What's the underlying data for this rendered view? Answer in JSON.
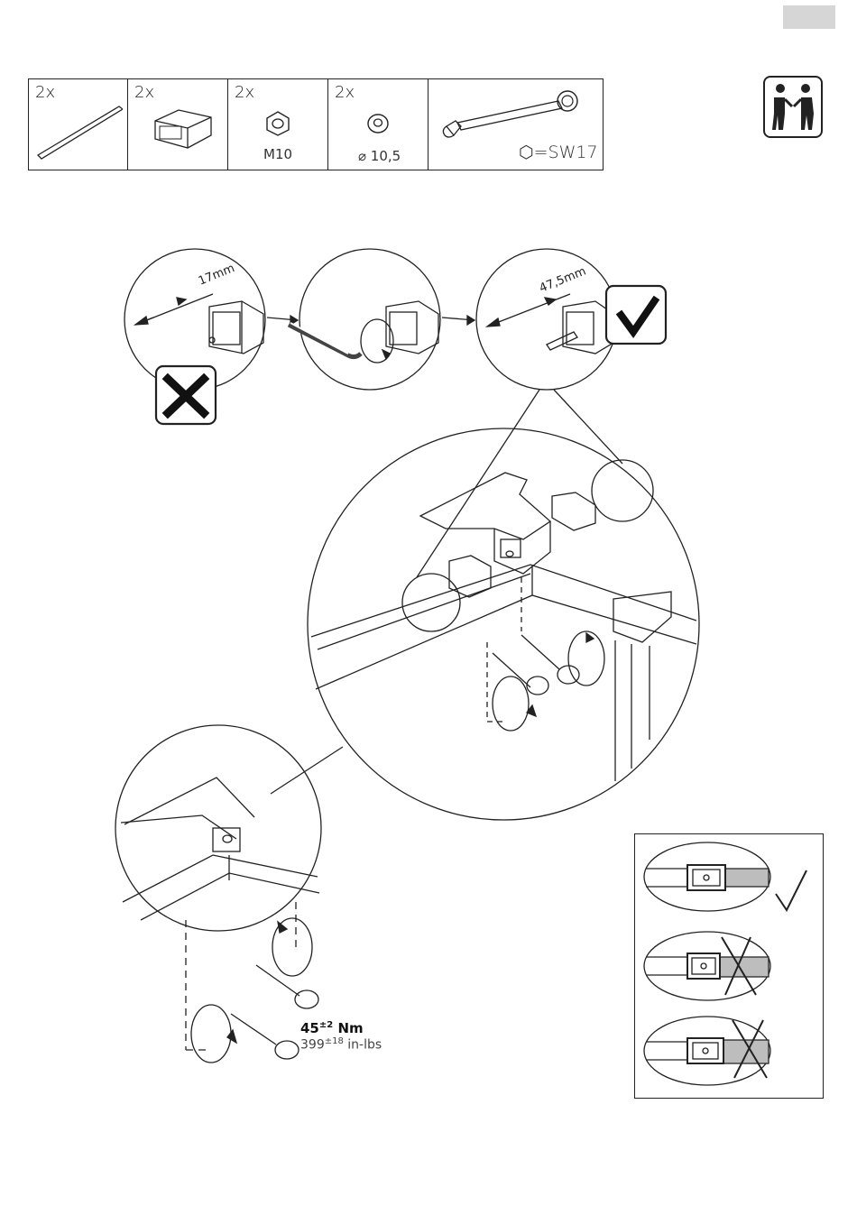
{
  "parts": [
    {
      "qty": "2x",
      "label": "",
      "icon": "threaded-rod-icon"
    },
    {
      "qty": "2x",
      "label": "",
      "icon": "spacer-sleeve-icon"
    },
    {
      "qty": "2x",
      "label": "M10",
      "icon": "hex-nut-icon"
    },
    {
      "qty": "2x",
      "label": "⌀ 10,5",
      "icon": "washer-icon"
    },
    {
      "qty": "",
      "label": "⬡=SW17",
      "icon": "wrench-icon"
    }
  ],
  "details": {
    "wrong_distance": "17mm",
    "correct_distance": "47,5mm"
  },
  "torque": {
    "nm_value": "45",
    "nm_tol": "±2",
    "nm_unit": " Nm",
    "lbs_value": "399",
    "lbs_tol": "±18",
    "lbs_unit": " in-lbs"
  },
  "colors": {
    "line": "#222222",
    "tab": "#d6d6d6",
    "shade": "#bdbdbd"
  },
  "icons": [
    "two-person-icon",
    "cross-icon",
    "check-icon",
    "hex-key-icon",
    "rotate-arrow-icon",
    "ratchet-wrench-icon"
  ]
}
